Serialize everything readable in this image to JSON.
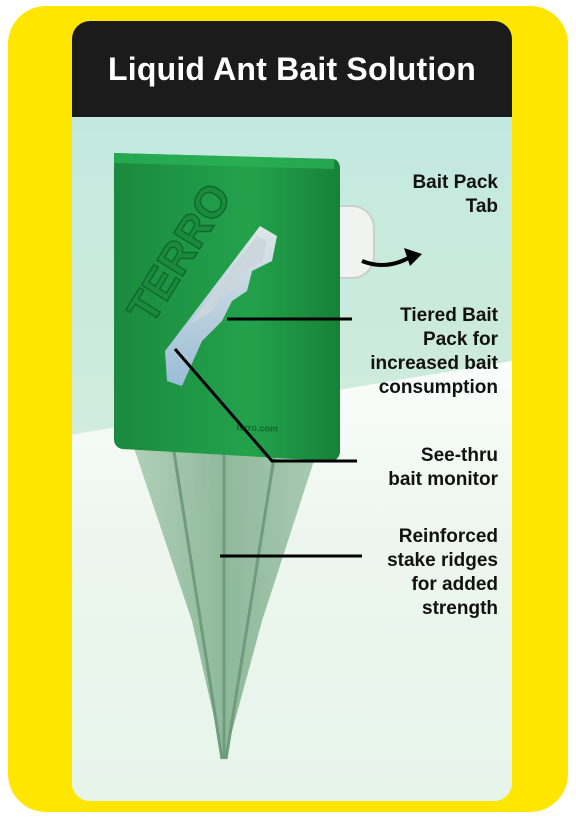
{
  "title": "Liquid Ant Bait Solution",
  "brand": "TERRO",
  "url": "terro.com",
  "callouts": {
    "bait_pack_tab": "Bait Pack\nTab",
    "tiered_bait_pack": "Tiered Bait\nPack for\nincreased bait\nconsumption",
    "see_thru_monitor": "See-thru\nbait monitor",
    "stake_ridges": "Reinforced\nstake ridges\nfor added\nstrength"
  },
  "colors": {
    "frame": "#ffe600",
    "header": "#1b1b1b",
    "device_green": "#1f9a46",
    "stake": "#8cb79a"
  }
}
